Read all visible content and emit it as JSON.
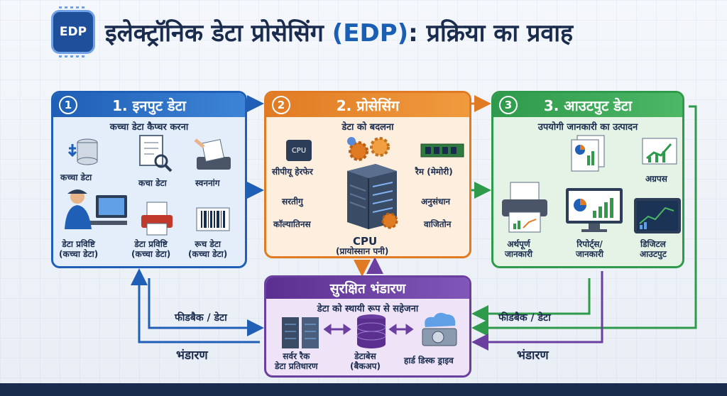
{
  "header": {
    "logo_text": "EDP",
    "title_pre": "इलेक्ट्रॉनिक डेटा प्रोसेसिंग ",
    "title_accent": "(EDP)",
    "title_post": ": प्रक्रिया का प्रवाह"
  },
  "input": {
    "number": "1",
    "title": "1. इनपुट डेटा",
    "subtitle": "कच्चा डेटा कैप्चर करना",
    "items": {
      "raw_data": "कच्चा डेटा",
      "raw_data_2": "कचा डेटा",
      "scanning": "स्वननांग",
      "entry_1": "डेटा प्रविष्टि\n(कच्चा डेटा)",
      "entry_2": "डेटा प्रविष्टि\n(कच्चा डेटा)",
      "barcode": "रूच डेटा\n(कच्चा डेटा)"
    }
  },
  "processing": {
    "number": "2",
    "title": "2. प्रोसेसिंग",
    "subtitle": "डेटा को बदलना",
    "items": {
      "cpu_chip": "CPU",
      "cpu_transfer": "सीपीयू हेरफेर",
      "ram": "रैम (मेमोरी)",
      "sort": "सरतीगु",
      "research": "अनुसंधान",
      "calc": "काॅल्यातिनस",
      "compute": "वाजितोन",
      "cpu": "CPU",
      "cpu_sub": "(प्रायोस्सान पनी)"
    }
  },
  "output": {
    "number": "3",
    "title": "3. आउटपुट डेटा",
    "subtitle": "उपयोगी जानकारी का उत्पादन",
    "items": {
      "forward": "अग्रपस",
      "meaningful": "अर्थपूर्ण\nजानकारी",
      "reports": "रिपोर्ट्स/\nजानकारी",
      "digital": "डिजिटल\nआउटपुट"
    }
  },
  "storage": {
    "title": "सुरक्षित भंडारण",
    "subtitle": "डेटा को स्थायी रूप से सहेजना",
    "items": {
      "server": "सर्वर रैक\nडेटा प्रतिधारण",
      "database": "डेटाबेस\n(बैकअप)",
      "hdd": "हार्ड डिस्क ड्राइव"
    }
  },
  "flows": {
    "left_feedback": "फीडबैक / डेटा",
    "left_storage": "भंडारण",
    "right_feedback": "फीडबैक / डेटा",
    "right_storage": "भंडारण"
  },
  "colors": {
    "input": "#1f5fb5",
    "processing": "#e07b24",
    "output": "#2f9a4b",
    "storage": "#6b3fa0"
  }
}
